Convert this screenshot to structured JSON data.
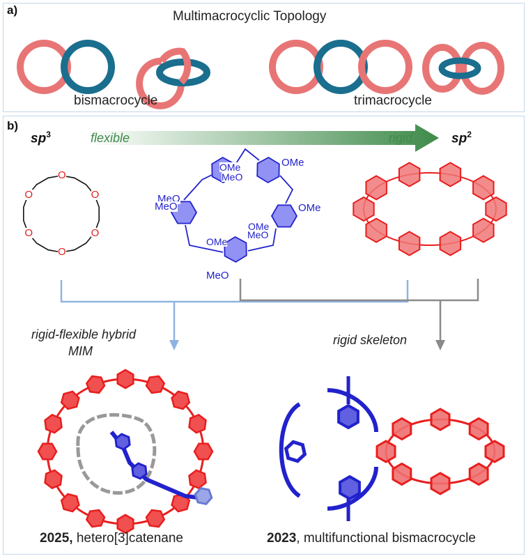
{
  "panel_a": {
    "label": "a)",
    "title": "Multimacrocyclic Topology",
    "caption_left": "bismacrocycle",
    "caption_right": "trimacrocycle"
  },
  "panel_b": {
    "label": "b)",
    "sp3": "sp",
    "sp3_sup": "3",
    "sp2": "sp",
    "sp2_sup": "2",
    "arrow_left_label": "flexible",
    "arrow_right_label": "rigid",
    "crown_oxygen": "O",
    "methoxy": "MeO",
    "methoxy_right": "OMe",
    "branch_left_line1": "rigid-flexible hybrid",
    "branch_left_line2": "MIM",
    "branch_right": "rigid skeleton",
    "result_left_year": "2025,",
    "result_left_name": " hetero[3]catenane",
    "result_right_year": "2023",
    "result_right_name": ", multifunctional bismacrocycle"
  },
  "colors": {
    "pink_ring": "#e87575",
    "blue_ring": "#1a6e8e",
    "gradient_start": "#ffffff",
    "gradient_end": "#3f8a4a",
    "label_green": "#3f8a4a",
    "pillar_blue": "#2222cc",
    "cpp_red": "#e81e1e",
    "crown_o_red": "#e02020",
    "connector_blue": "#8fb3e0",
    "connector_gray": "#8a8a8a",
    "frame": "#c4d7ea"
  }
}
